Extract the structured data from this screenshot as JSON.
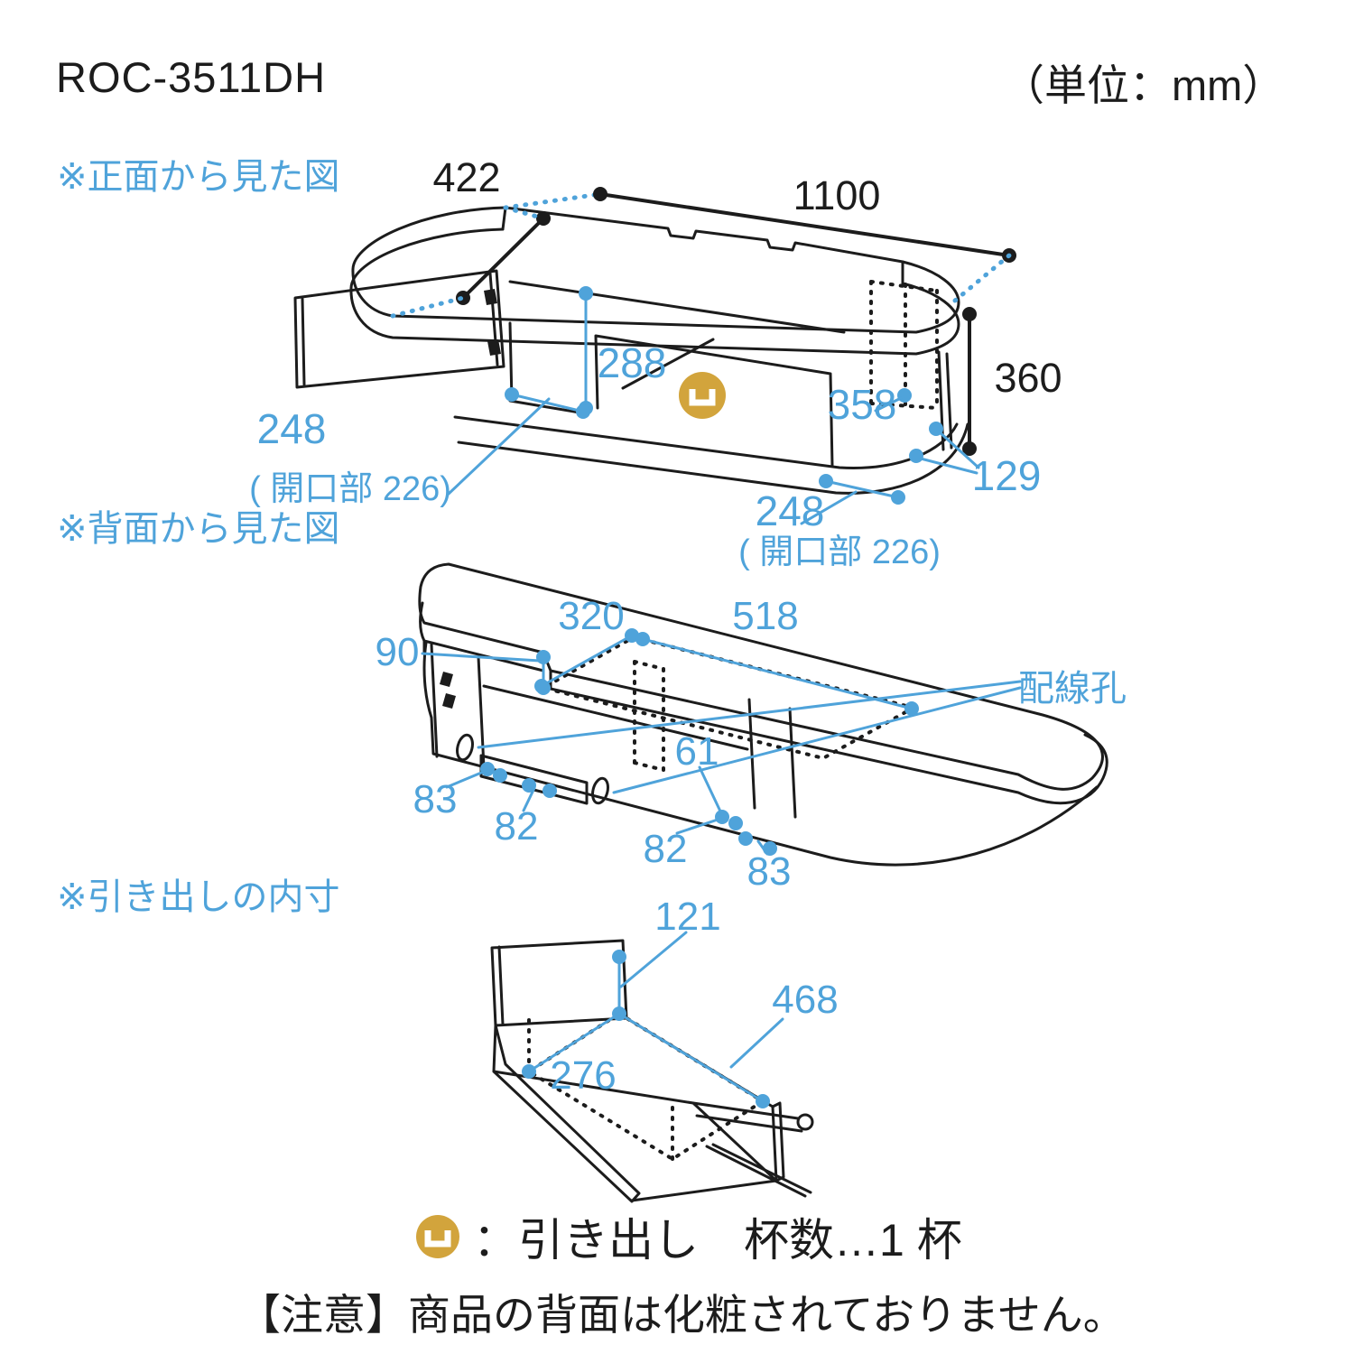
{
  "header": {
    "model": "ROC-3511DH",
    "unit": "（単位：mm）"
  },
  "front_view": {
    "title": "※正面から見た図",
    "dims": {
      "depth": "422",
      "width": "1100",
      "inner_height": "288",
      "right_inner_height": "358",
      "height": "360",
      "corner_depth": "129",
      "left_opening_width": "248",
      "left_opening_note": "( 開口部 226)",
      "right_opening_width": "248",
      "right_opening_note": "( 開口部 226)"
    }
  },
  "back_view": {
    "title": "※背面から見た図",
    "dims": {
      "top_clearance_depth": "320",
      "top_clearance_width": "518",
      "top_edge_offset": "90",
      "cable_hole_label": "配線孔",
      "center_offset": "61",
      "left_corner_offset": "83",
      "left_leg_offset": "82",
      "right_leg_offset": "82",
      "right_corner_offset": "83"
    }
  },
  "drawer_view": {
    "title": "※引き出しの内寸",
    "dims": {
      "inner_height": "121",
      "inner_width": "468",
      "inner_depth": "276"
    }
  },
  "legend": {
    "icon": "drawer-icon",
    "text": "：引き出し　杯数…1 杯"
  },
  "caution": "【注意】商品の背面は化粧されておりません。",
  "colors": {
    "dimension_blue": "#4fa3da",
    "line_black": "#1c1c1c",
    "drawer_gold": "#d2a43c"
  }
}
